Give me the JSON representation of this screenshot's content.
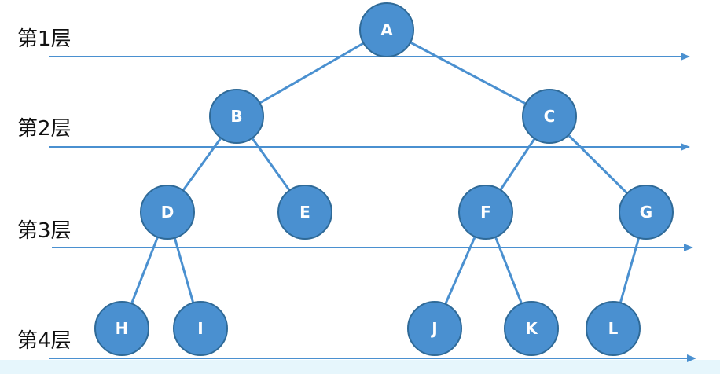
{
  "colors": {
    "node_fill": "#4a90d0",
    "line": "#4a90d0",
    "label_text": "#111111",
    "node_text": "#ffffff",
    "bottom_strip": "#e6f6fc"
  },
  "levels": [
    {
      "id": "level-1",
      "label": "第1层"
    },
    {
      "id": "level-2",
      "label": "第2层"
    },
    {
      "id": "level-3",
      "label": "第3层"
    },
    {
      "id": "level-4",
      "label": "第4层"
    }
  ],
  "nodes": [
    {
      "id": "A",
      "label": "A",
      "level": 1
    },
    {
      "id": "B",
      "label": "B",
      "level": 2
    },
    {
      "id": "C",
      "label": "C",
      "level": 2
    },
    {
      "id": "D",
      "label": "D",
      "level": 3
    },
    {
      "id": "E",
      "label": "E",
      "level": 3
    },
    {
      "id": "F",
      "label": "F",
      "level": 3
    },
    {
      "id": "G",
      "label": "G",
      "level": 3
    },
    {
      "id": "H",
      "label": "H",
      "level": 4
    },
    {
      "id": "I",
      "label": "I",
      "level": 4
    },
    {
      "id": "J",
      "label": "J",
      "level": 4
    },
    {
      "id": "K",
      "label": "K",
      "level": 4
    },
    {
      "id": "L",
      "label": "L",
      "level": 4
    }
  ],
  "edges": [
    [
      "A",
      "B"
    ],
    [
      "A",
      "C"
    ],
    [
      "B",
      "D"
    ],
    [
      "B",
      "E"
    ],
    [
      "C",
      "F"
    ],
    [
      "C",
      "G"
    ],
    [
      "D",
      "H"
    ],
    [
      "D",
      "I"
    ],
    [
      "F",
      "J"
    ],
    [
      "F",
      "K"
    ],
    [
      "G",
      "L"
    ]
  ]
}
